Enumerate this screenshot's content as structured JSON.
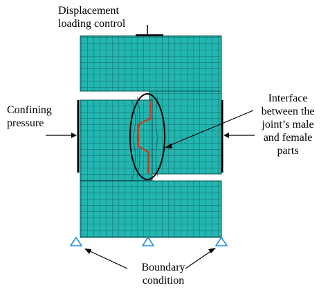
{
  "labels": {
    "displacement": "Displacement\nloading control",
    "interface": "Interface\nbetween the\njoint’s male\nand female\nparts",
    "confining": "Confining\npressure",
    "boundary": "Boundary\ncondition"
  },
  "colors": {
    "mesh_fill": "#23b5b0",
    "mesh_line": "#0a4e4e",
    "interface_line": "#d23a1e",
    "support": "#1f8fe0",
    "outline": "#000000"
  }
}
